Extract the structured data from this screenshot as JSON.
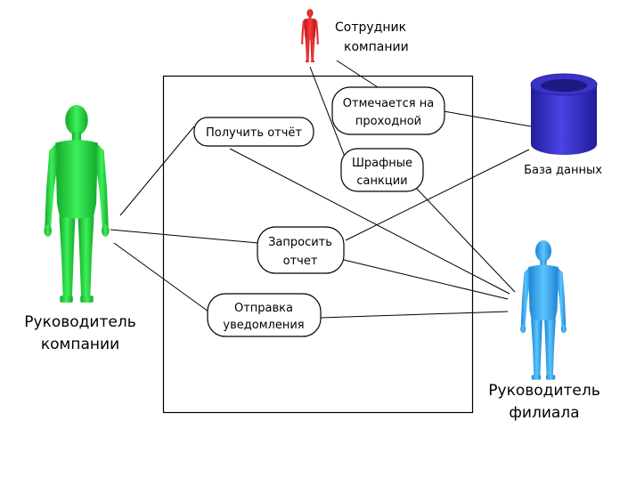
{
  "actors": {
    "employee": {
      "name_lines": [
        "Сотрудник",
        "компании"
      ],
      "color": "#e02525"
    },
    "company_head": {
      "name_lines": [
        "Руководитель",
        "компании"
      ],
      "color": "#22c83a"
    },
    "branch_head": {
      "name_lines": [
        "Руководитель",
        "филиала"
      ],
      "color": "#2fa2ea"
    }
  },
  "database": {
    "label": "База данных",
    "color": "#3a33c8"
  },
  "usecases": {
    "check_in": {
      "lines": [
        "Отмечается на",
        "проходной"
      ]
    },
    "penalties": {
      "lines": [
        "Шрафные",
        "санкции"
      ]
    },
    "get_report": {
      "lines": [
        "Получить отчёт"
      ]
    },
    "request_report": {
      "lines": [
        "Запросить",
        "отчет"
      ]
    },
    "notification": {
      "lines": [
        "Отправка",
        "уведомления"
      ]
    }
  }
}
